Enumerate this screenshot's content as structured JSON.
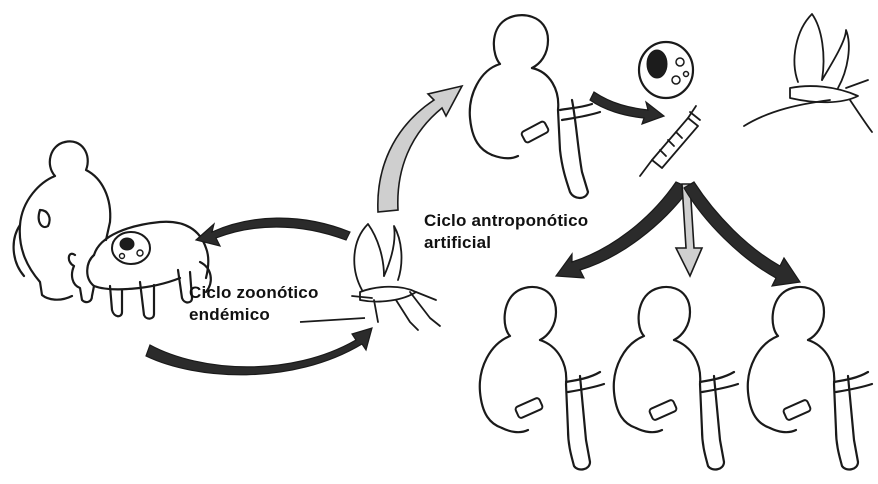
{
  "diagram": {
    "labels": {
      "zoonotic_line1": "Ciclo zoonótico",
      "zoonotic_line2": "endémico",
      "anthroponotic_line1": "Ciclo antroponótico",
      "anthroponotic_line2": "artificial"
    },
    "colors": {
      "ink": "#1a1a1a",
      "arrow_dark": "#2b2b2b",
      "background": "#ffffff"
    }
  }
}
